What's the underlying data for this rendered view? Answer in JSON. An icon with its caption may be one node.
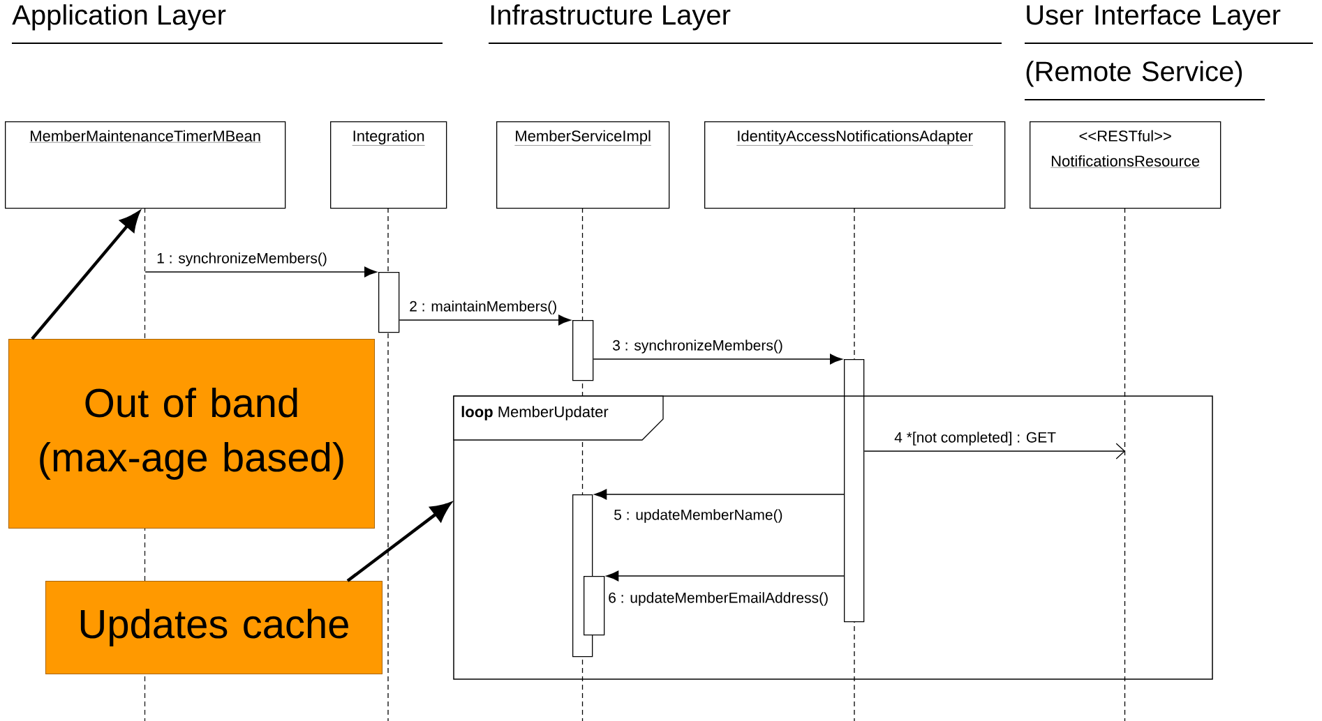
{
  "diagram": {
    "nodes": [
      {
        "text": [
          "MemberMaintenanceTimerMBean"
        ]
      },
      {
        "text": [
          "Integration"
        ]
      },
      {
        "text": [
          "MemberServiceImpl"
        ]
      },
      {
        "text": [
          "IdentityAccessNotificationsAdapter"
        ]
      },
      {
        "text": [
          "<<RESTful>>",
          "NotificationsResource"
        ]
      },
      {
        "text": [],
        "shape": "bar"
      },
      {
        "text": [],
        "shape": "bar"
      },
      {
        "text": [],
        "shape": "bar"
      },
      {
        "text": [
          "**loop** MemberUpdater"
        ]
      },
      {
        "text": [],
        "shape": "bar",
        "in": 8
      },
      {
        "text": [],
        "shape": "bar",
        "in": 8
      },
      {
        "text": [
          "Out of band (max-age based)"
        ]
      },
      {
        "text": [
          "Updates cache"
        ]
      }
    ],
    "edges": [
      {
        "from": 0,
        "to": 5,
        "arrow": "to",
        "label": "1 : synchronizeMembers()"
      },
      {
        "from": 5,
        "to": 6,
        "arrow": "to",
        "label": "2 : maintainMembers()"
      },
      {
        "from": 6,
        "to": 7,
        "arrow": "to",
        "label": "3 : synchronizeMembers()"
      },
      {
        "from": 7,
        "to": 4,
        "arrow": "to",
        "label": "4 *[not completed] : GET"
      },
      {
        "from": 7,
        "to": 9,
        "arrow": "to",
        "label": "5 : updateMemberName()"
      },
      {
        "from": 7,
        "to": 10,
        "arrow": "to",
        "label": "6 : updateMemberEmailAddress()"
      },
      {
        "from": 11,
        "to": 0,
        "arrow": "to",
        "style": "thick"
      },
      {
        "from": 12,
        "to": 8,
        "arrow": "to",
        "style": "thick"
      }
    ],
    "labels": [
      "Application Layer",
      "Infrastructure Layer",
      "User Interface Layer (Remote Service)"
    ]
  }
}
